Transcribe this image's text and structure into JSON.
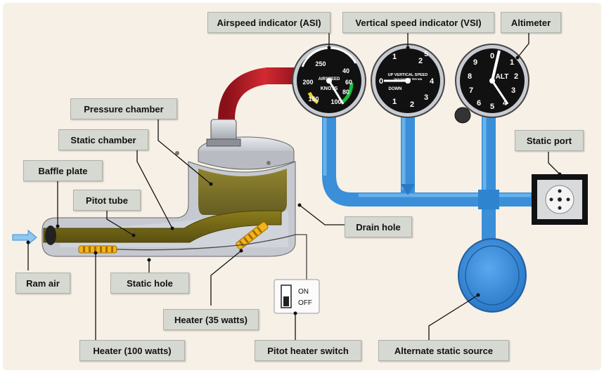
{
  "labels": {
    "asi": "Airspeed indicator (ASI)",
    "vsi": "Vertical speed indicator (VSI)",
    "altimeter": "Altimeter",
    "pressure_chamber": "Pressure chamber",
    "static_chamber": "Static chamber",
    "baffle_plate": "Baffle plate",
    "pitot_tube": "Pitot tube",
    "static_port": "Static port",
    "drain_hole": "Drain hole",
    "ram_air": "Ram air",
    "static_hole": "Static hole",
    "heater_35": "Heater (35 watts)",
    "heater_100": "Heater (100 watts)",
    "pitot_heater_switch": "Pitot heater switch",
    "alternate_static_source": "Alternate static source"
  },
  "switch": {
    "on": "ON",
    "off": "OFF"
  },
  "asi_face": {
    "n250": "250",
    "n200": "200",
    "n150": "150",
    "n40": "40",
    "n60": "60",
    "n80": "80",
    "n100": "100",
    "word1": "AIRSPEED",
    "word2": "KNOTS"
  },
  "vsi_face": {
    "top": "UP VERTICAL SPEED",
    "sub": "THOUSAND FT PER MIN",
    "down": "DOWN",
    "d1a": "1",
    "d2a": "2",
    "d4": "4",
    "d1b": "1",
    "d2b": "2",
    "d3": "3",
    "d0": "0",
    "d5": "5"
  },
  "alt_face": {
    "d0": "0",
    "d1": "1",
    "d2": "2",
    "d3": "3",
    "d4": "4",
    "d5": "5",
    "d6": "6",
    "d7": "7",
    "d8": "8",
    "d9": "9",
    "word": "ALT"
  },
  "colors": {
    "pitot_line": "#c8202a",
    "static_line": "#3a8fd8",
    "label_bg": "#d6d8d2",
    "background": "#f7f0e6"
  }
}
